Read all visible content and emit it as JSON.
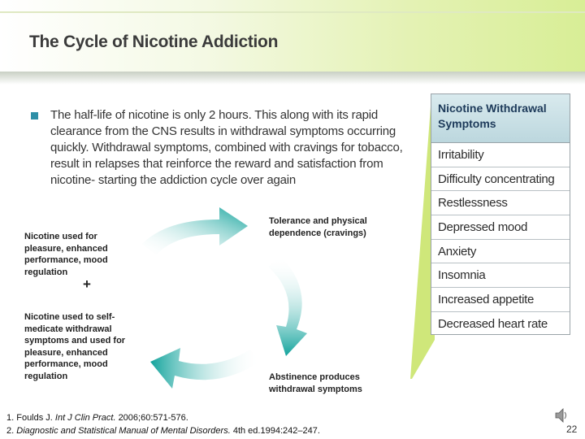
{
  "slide": {
    "title": "The Cycle of Nicotine Addiction",
    "bullet": "The half-life of nicotine is only 2 hours. This along with its rapid clearance from the CNS results in withdrawal symptoms occurring quickly. Withdrawal symptoms, combined with cravings for tobacco, result in relapses that reinforce the reward and satisfaction from nicotine- starting the addiction cycle over again",
    "page_number": "22"
  },
  "cycle": {
    "tolerance": "Tolerance and physical dependence (cravings)",
    "pleasure": "Nicotine used for pleasure, enhanced performance, mood regulation",
    "plus": "+",
    "self_medicate": "Nicotine used to self-medicate withdrawal symptoms and used for pleasure, enhanced performance, mood regulation",
    "abstinence": "Abstinence produces withdrawal symptoms"
  },
  "withdrawal": {
    "header": "Nicotine Withdrawal Symptoms",
    "symptoms": [
      "Irritability",
      "Difficulty concentrating",
      "Restlessness",
      "Depressed mood",
      "Anxiety",
      "Insomnia",
      "Increased appetite",
      "Decreased heart rate"
    ]
  },
  "references": {
    "ref1_prefix": "1. Foulds J.",
    "ref1_journal": "Int J Clin Pract.",
    "ref1_rest": "2006;60:571-576.",
    "ref2_prefix": "2.",
    "ref2_title": "Diagnostic and Statistical Manual of Mental Disorders.",
    "ref2_rest": "4th ed.1994:242–247."
  },
  "colors": {
    "accent": "#2e8fa6",
    "arrow": "#1aa6a0",
    "panel_slant": "#c8e36a"
  }
}
